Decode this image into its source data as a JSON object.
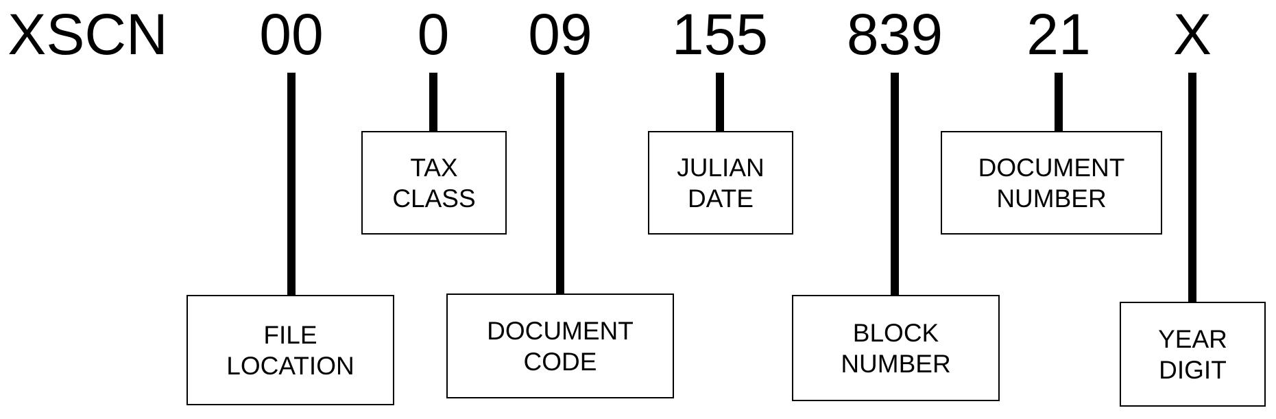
{
  "code": {
    "prefix": "XSCN",
    "file_location": "00",
    "tax_class": "0",
    "document_code": "09",
    "julian_date": "155",
    "block_number": "839",
    "document_number": "21",
    "year_digit": "X"
  },
  "labels": {
    "file_location": [
      "FILE",
      "LOCATION"
    ],
    "tax_class": [
      "TAX",
      "CLASS"
    ],
    "document_code": [
      "DOCUMENT",
      "CODE"
    ],
    "julian_date": [
      "JULIAN",
      "DATE"
    ],
    "block_number": [
      "BLOCK",
      "NUMBER"
    ],
    "document_number": [
      "DOCUMENT",
      "NUMBER"
    ],
    "year_digit": [
      "YEAR",
      "DIGIT"
    ]
  }
}
